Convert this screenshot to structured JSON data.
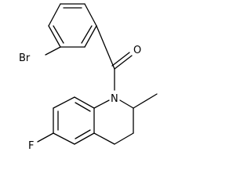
{
  "molecule": {
    "atom_labels": {
      "bromine": "Br",
      "oxygen": "O",
      "nitrogen": "N",
      "fluorine": "F"
    },
    "colors": {
      "bond": "#000000",
      "label": "#000000",
      "background": "#ffffff"
    }
  }
}
